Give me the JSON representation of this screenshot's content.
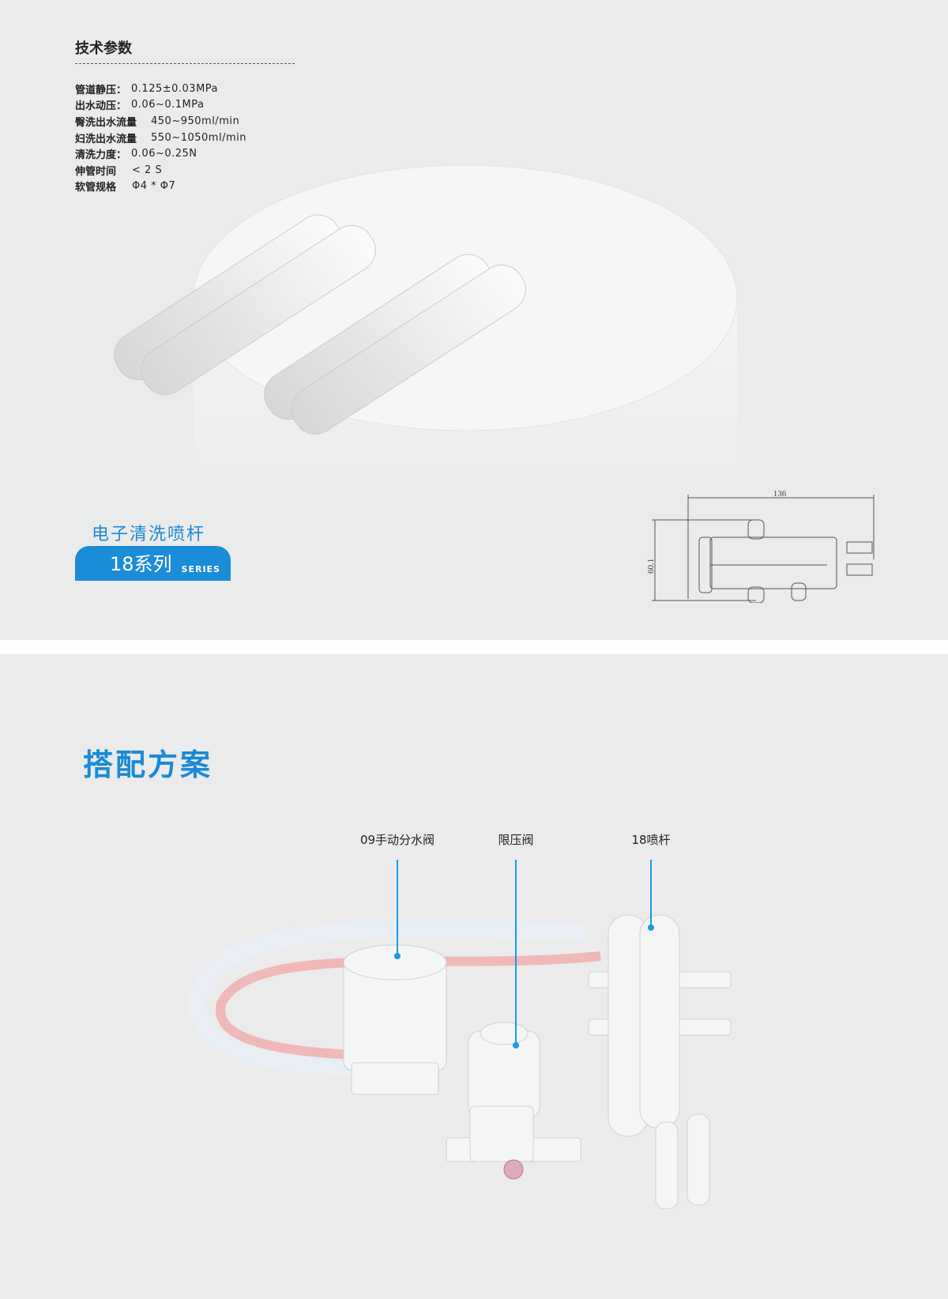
{
  "specs": {
    "title": "技术参数",
    "rows": [
      {
        "label": "管道静压：",
        "value": "0.125±0.03MPa"
      },
      {
        "label": "出水动压：",
        "value": "0.06~0.1MPa"
      },
      {
        "label": "臀洗出水流量",
        "value": "450~950ml/min"
      },
      {
        "label": "妇洗出水流量",
        "value": "550~1050ml/min"
      },
      {
        "label": "清洗力度：",
        "value": "0.06~0.25N"
      },
      {
        "label": "伸管时间",
        "value": "< 2 S"
      },
      {
        "label": "软管规格",
        "value": "Φ4 * Φ7"
      }
    ]
  },
  "product": {
    "name": "电子清洗喷杆",
    "series": "18系列",
    "series_en": "SERIES"
  },
  "drawing": {
    "width_dim": "136",
    "height_dim": "60.1"
  },
  "combo": {
    "title": "搭配方案",
    "labels": [
      "09手动分水阀",
      "限压阀",
      "18喷杆"
    ]
  }
}
